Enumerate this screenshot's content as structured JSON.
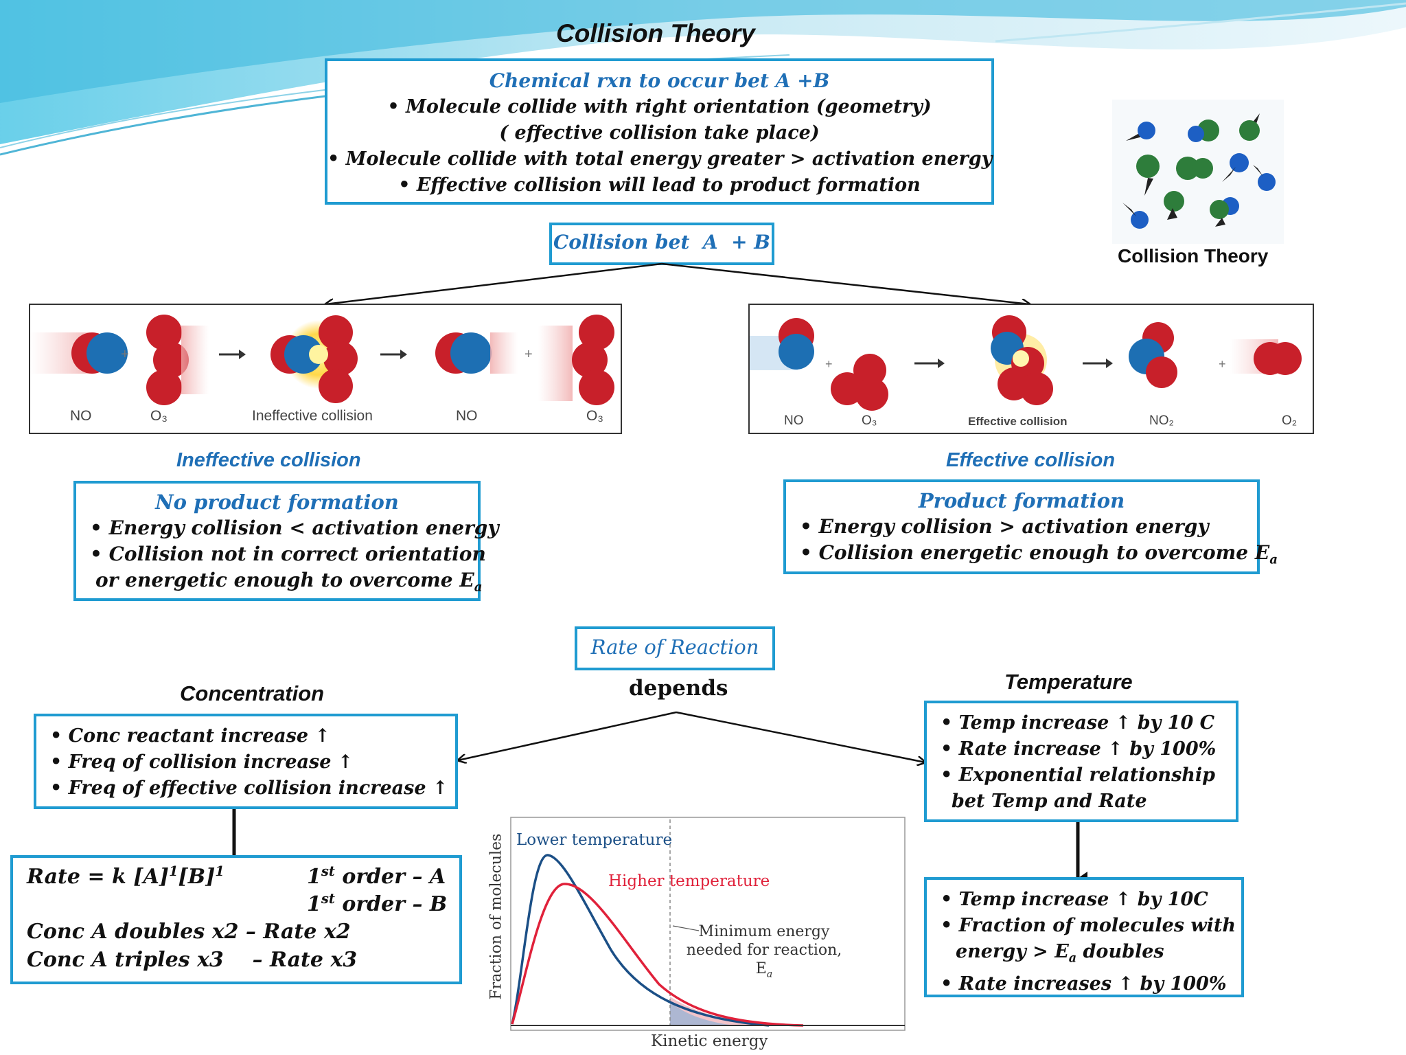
{
  "title": "Collision Theory",
  "top_box": {
    "heading": "Chemical rxn to occur bet A +B",
    "lines": [
      "• Molecule collide with right orientation (geometry)",
      "( effective collision take place)",
      "• Molecule collide with total energy greater > activation energy",
      "• Effective collision will lead to product formation"
    ]
  },
  "image_caption": "Collision Theory",
  "collision_box": "Collision bet  A  + B",
  "ineffective_panel": {
    "labels": [
      "NO",
      "O₃",
      "Ineffective collision",
      "NO",
      "O₃"
    ],
    "caption": "Ineffective collision",
    "box_heading": "No product formation",
    "box_lines": [
      "• Energy collision < activation energy",
      "• Collision not in correct orientation",
      "or energetic enough to overcome E"
    ],
    "subscript": "a"
  },
  "effective_panel": {
    "labels": [
      "NO",
      "O₃",
      "Effective collision",
      "NO₂",
      "O₂"
    ],
    "caption": "Effective collision",
    "box_heading": "Product formation",
    "box_lines": [
      "• Energy collision > activation energy",
      "• Collision energetic enough to overcome E"
    ],
    "subscript": "a"
  },
  "rate_box": "Rate of Reaction",
  "depends": "depends",
  "concentration": {
    "title": "Concentration",
    "lines": [
      "• Conc reactant increase ↑",
      "• Freq of collision increase ↑",
      "• Freq of effective collision increase ↑"
    ]
  },
  "rate_law": {
    "rate_prefix": "Rate = k [A]",
    "exp1": "1",
    "mid": "[B]",
    "exp2": "1",
    "order_a_num": "1",
    "order_a_sup": "st",
    "order_a_text": " order – A",
    "order_b_num": "1",
    "order_b_sup": "st",
    "order_b_text": " order – B",
    "line3": "Conc A doubles x2 – Rate x2",
    "line4": "Conc A triples x3    – Rate x3"
  },
  "temperature": {
    "title": "Temperature",
    "lines": [
      "• Temp increase ↑ by 10 C",
      "• Rate increase ↑ by 100%",
      "• Exponential relationship",
      "bet Temp and Rate"
    ]
  },
  "temp_result": {
    "line1": "• Temp increase ↑ by 10C",
    "line2": "• Fraction of molecules with",
    "line3_pre": "energy > E",
    "line3_sub": "a",
    "line3_post": " doubles",
    "line4": "• Rate increases ↑ by 100%"
  },
  "chart_data": {
    "type": "line",
    "title": "",
    "xlabel": "Kinetic energy",
    "ylabel": "Fraction of molecules",
    "series": [
      {
        "name": "Lower temperature",
        "color": "#1b4f86"
      },
      {
        "name": "Higher temperature",
        "color": "#e0213a"
      }
    ],
    "annotation": "Minimum energy needed for reaction, E",
    "annotation_sub": "a"
  },
  "colors": {
    "box_border": "#1f9bd1",
    "heading_blue": "#1f6fb6",
    "molecule_red": "#c8202a",
    "molecule_blue": "#1d6fb3",
    "molecule_green": "#2e7d3b"
  }
}
